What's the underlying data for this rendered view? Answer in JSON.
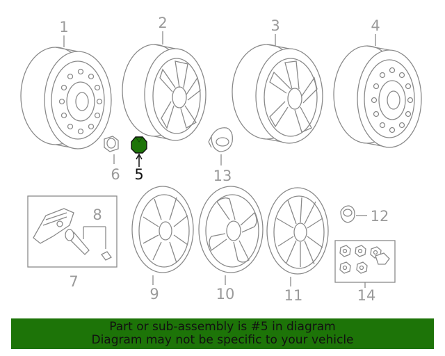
{
  "diagram": {
    "callouts": [
      {
        "id": "1",
        "label": "1"
      },
      {
        "id": "2",
        "label": "2"
      },
      {
        "id": "3",
        "label": "3"
      },
      {
        "id": "4",
        "label": "4"
      },
      {
        "id": "5",
        "label": "5"
      },
      {
        "id": "6",
        "label": "6"
      },
      {
        "id": "7",
        "label": "7"
      },
      {
        "id": "8",
        "label": "8"
      },
      {
        "id": "9",
        "label": "9"
      },
      {
        "id": "10",
        "label": "10"
      },
      {
        "id": "11",
        "label": "11"
      },
      {
        "id": "12",
        "label": "12"
      },
      {
        "id": "13",
        "label": "13"
      },
      {
        "id": "14",
        "label": "14"
      }
    ],
    "highlighted_part": "5",
    "colors": {
      "line": "#8a8a8a",
      "highlight_fill": "#1d7408",
      "banner_bg": "#1d7408",
      "text_dark": "#111111"
    }
  },
  "banner": {
    "line1": "Part or sub-assembly is #5 in diagram",
    "line2": "Diagram may not be specific to your vehicle"
  }
}
